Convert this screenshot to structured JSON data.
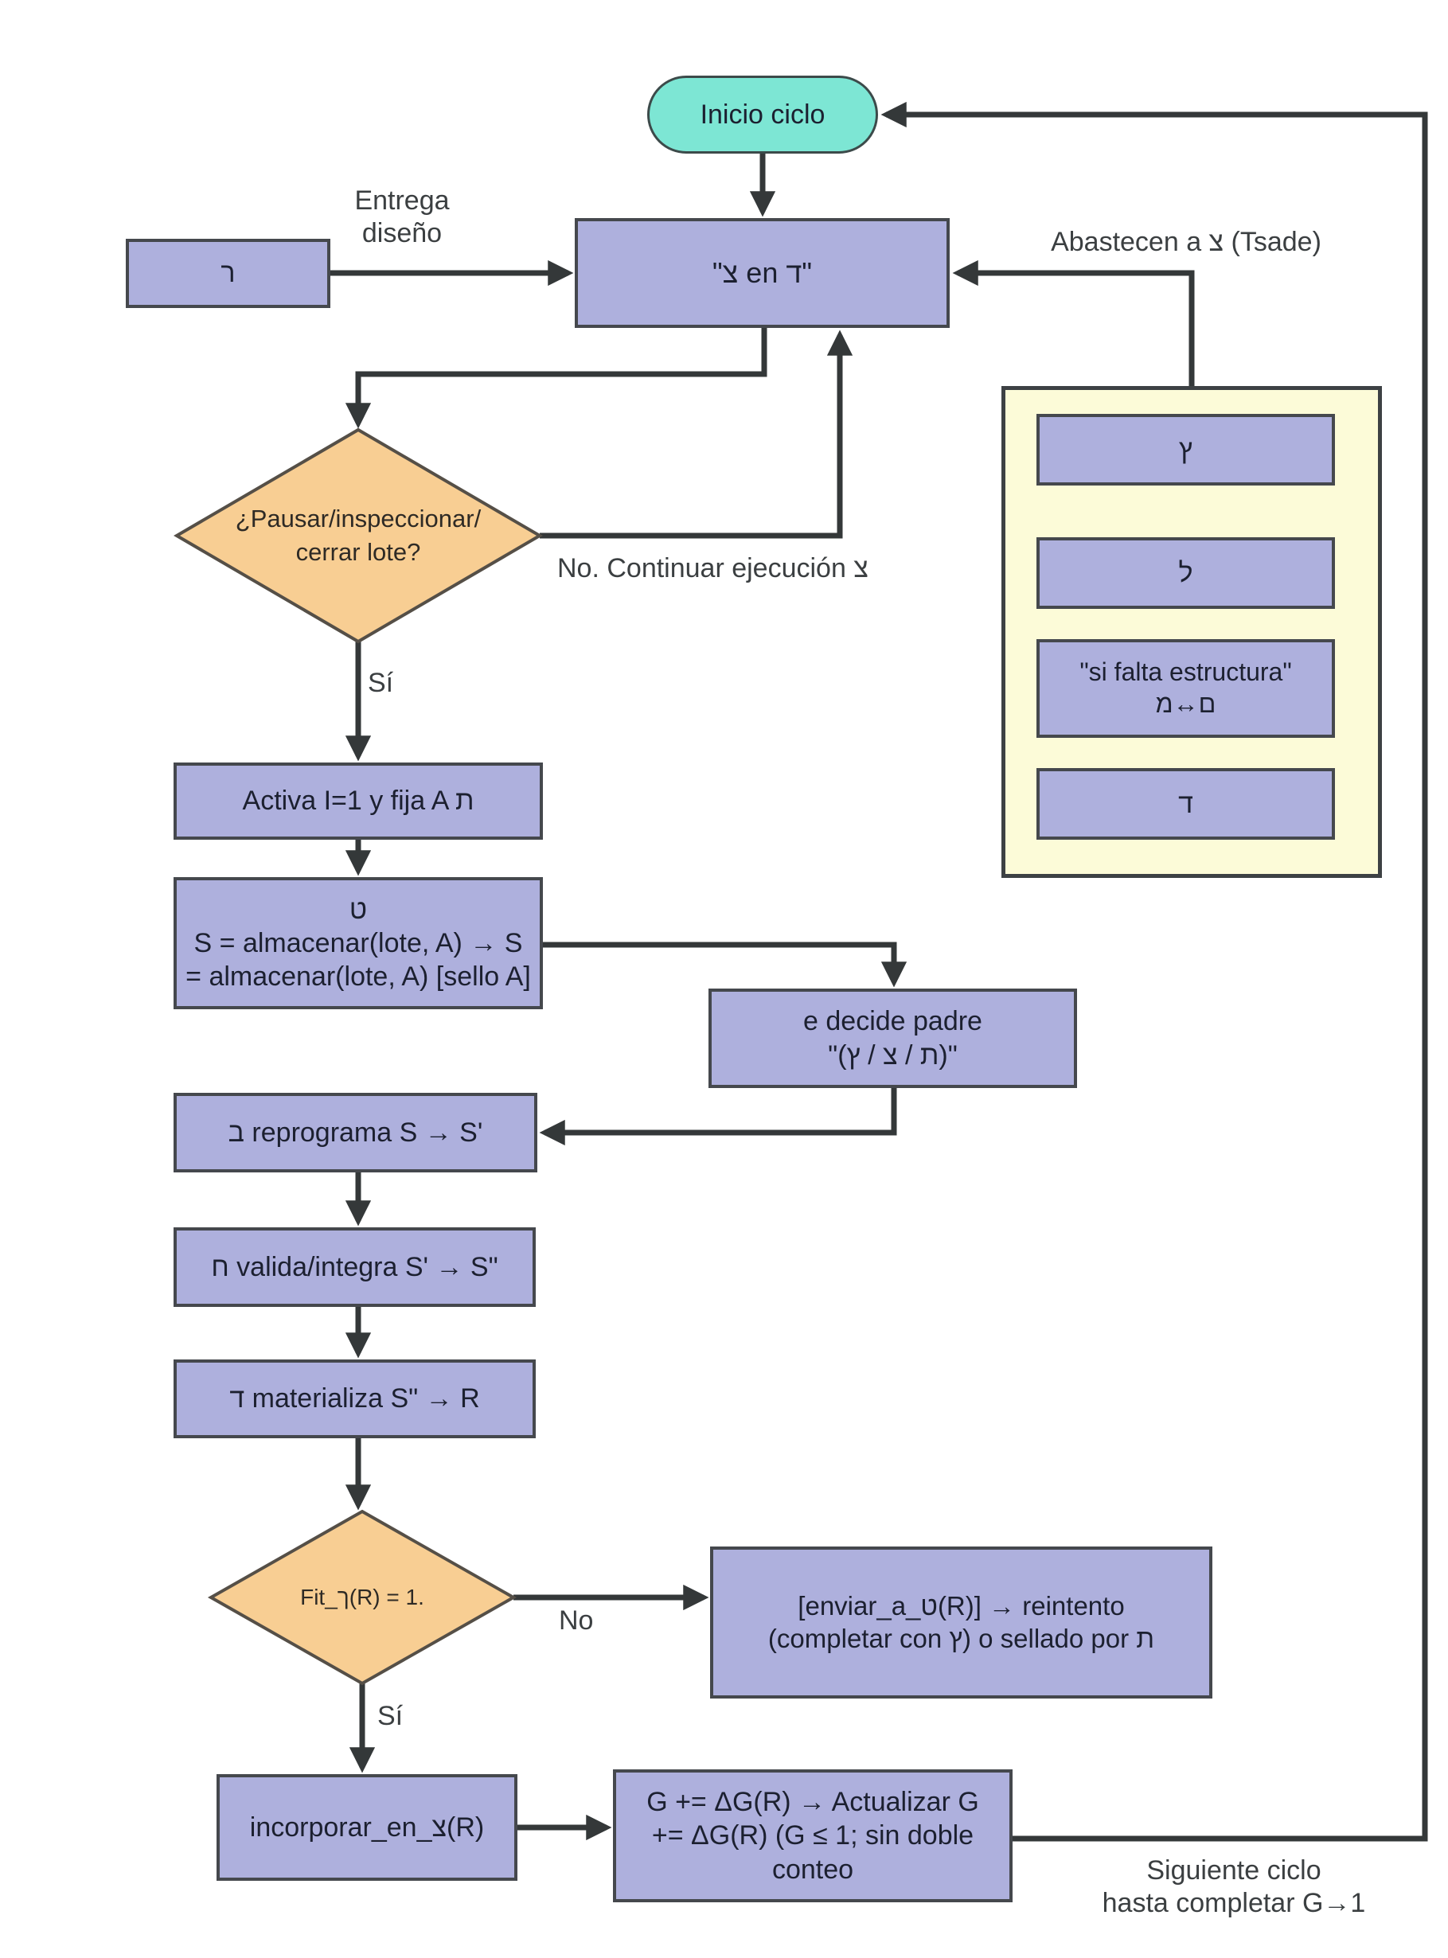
{
  "colors": {
    "canvas": "#ffffff",
    "node-fill": "#aeb0dd",
    "node-border": "#45484d",
    "start-fill": "#7de6d4",
    "start-border": "#3c4a4a",
    "decision-fill": "#f8ce93",
    "decision-border": "#554f47",
    "panel-fill": "#fcfbd8",
    "panel-border": "#3d4144",
    "edge": "#343839",
    "text-dark": "#1c2030",
    "text-label": "#3b3f41",
    "text-decision": "#2e2a25"
  },
  "nodes": {
    "start": "Inicio ciclo",
    "source": "ר",
    "center": "\"צ en ד\"",
    "pause_decision": "¿Pausar/inspeccionar/\ncerrar lote?",
    "activa": "Activa I=1 y fija A ת",
    "almacenar": "ט\nS = almacenar(lote, A) → S\n= almacenar(lote, A) [sello A]",
    "decide_padre": "e decide padre\n\"(ץ / צ / ת)\"",
    "reprograma": "ב reprograma S → S'",
    "valida": "ח valida/integra S' → S\"",
    "materializa": "ד materializa S\" → R",
    "fit_decision": "Fit_ך(R) = 1.",
    "enviar": "[enviar_a_ט(R)]  → reintento\n(completar con ץ) o sellado por ת",
    "incorporar": "incorporar_en_צ(R)",
    "gain": "G += ΔG(R) → Actualizar G\n+= ΔG(R) (G ≤ 1; sin doble\nconteo"
  },
  "panel": {
    "items": [
      "ץ",
      "ל",
      "\"si falta estructura\"\nמ↔ם",
      "ד"
    ]
  },
  "edge_labels": {
    "entrega": "Entrega\ndiseño",
    "abastecen": "Abastecen a צ (Tsade)",
    "no_continuar": "No. Continuar ejecución צ",
    "si_1": "Sí",
    "no_2": "No",
    "si_2": "Sí",
    "siguiente": "Siguiente ciclo\nhasta completar G→1"
  }
}
